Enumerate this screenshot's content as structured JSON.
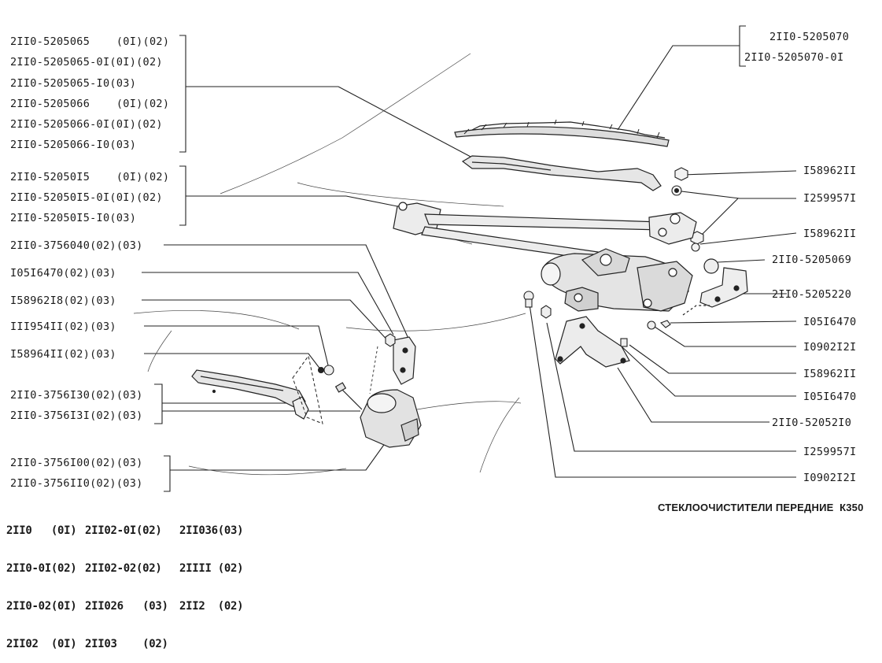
{
  "left_labels": {
    "group_arm": [
      "2II0-5205065    (0I)(02)",
      "2II0-5205065-0I(0I)(02)",
      "2II0-5205065-I0(03)",
      "2II0-5205066    (0I)(02)",
      "2II0-5205066-0I(0I)(02)",
      "2II0-5205066-I0(03)"
    ],
    "group_link": [
      "2II0-52050I5    (0I)(02)",
      "2II0-52050I5-0I(0I)(02)",
      "2II0-52050I5-I0(03)"
    ],
    "single": [
      "2II0-3756040(02)(03)",
      "I05I6470(02)(03)",
      "I58962I8(02)(03)",
      "III954II(02)(03)",
      "I58964II(02)(03)"
    ],
    "group_washer": [
      "2II0-3756I30(02)(03)",
      "2II0-3756I3I(02)(03)"
    ],
    "group_motor": [
      "2II0-3756I00(02)(03)",
      "2II0-3756II0(02)(03)"
    ]
  },
  "right_labels": {
    "group_blade": [
      "2II0-5205070",
      "2II0-5205070-0I"
    ],
    "single": [
      "I58962II",
      "I259957I",
      "I58962II",
      "2II0-5205069",
      "2II0-5205220",
      "I05I6470",
      "I0902I2I",
      "I58962II",
      "I05I6470",
      "2II0-52052I0",
      "I259957I",
      "I0902I2I"
    ]
  },
  "footer": {
    "col1": [
      "2II0   (0I)",
      "2II0-0I(02)",
      "2II0-02(0I)",
      "2II02  (0I)"
    ],
    "col2": [
      "2II02-0I(02)",
      "2II02-02(02)",
      "2II026   (03)",
      "2II03    (02)"
    ],
    "col3": [
      "2II036(03)",
      "2IIII (02)",
      "2II2  (02)"
    ]
  },
  "title": "СТЕКЛООЧИСТИТЕЛИ ПЕРЕДНИЕ  К350"
}
